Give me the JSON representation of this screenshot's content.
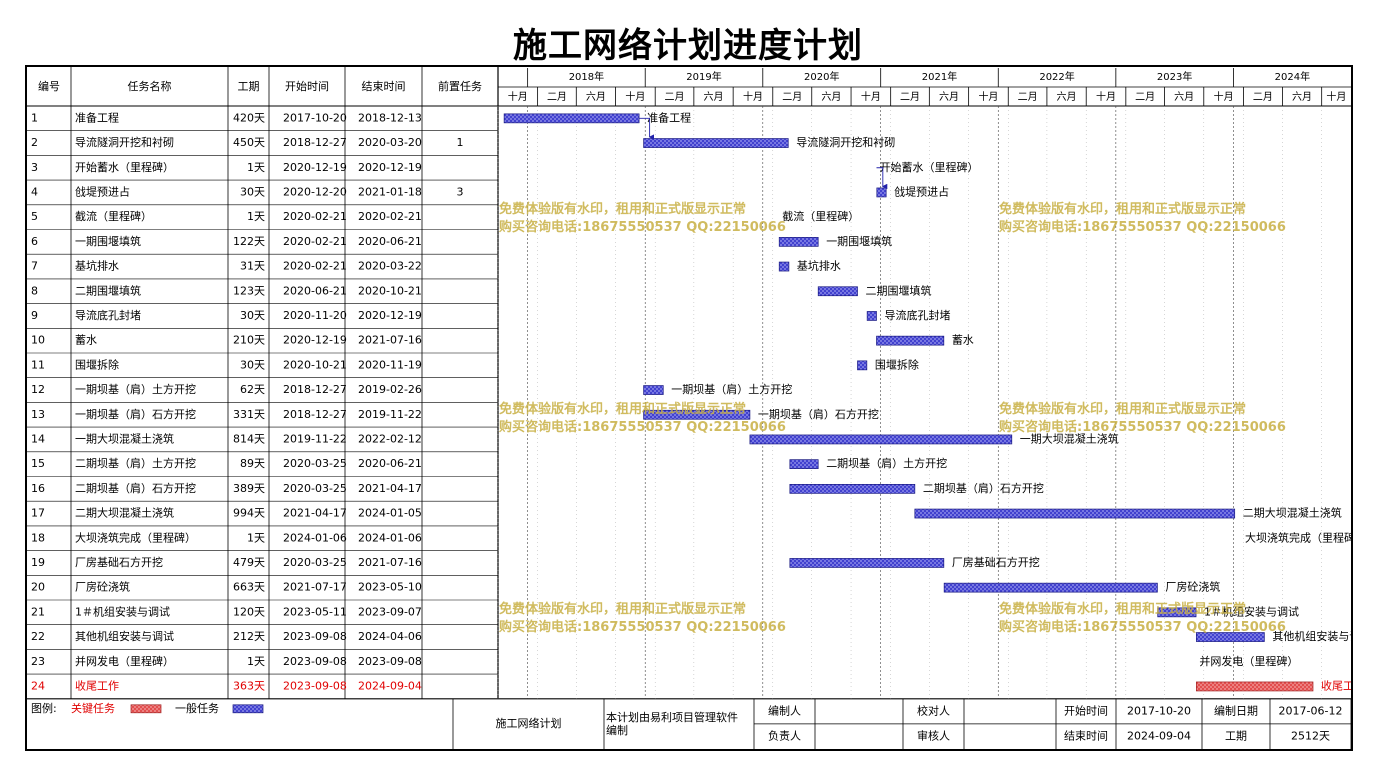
{
  "title": "施工网络计划进度计划",
  "headers": {
    "id": "编号",
    "name": "任务名称",
    "duration": "工期",
    "start": "开始时间",
    "end": "结束时间",
    "pred": "前置任务"
  },
  "timeline": {
    "years": [
      "2018年",
      "2019年",
      "2020年",
      "2021年",
      "2022年",
      "2023年",
      "2024年"
    ],
    "quarter_labels": [
      "十月",
      "二月",
      "六月",
      "十月",
      "二月",
      "六月",
      "十月",
      "二月",
      "六月",
      "十月",
      "二月",
      "六月",
      "十月",
      "二月",
      "六月",
      "十月",
      "二月",
      "六月",
      "十月",
      "二月",
      "六月",
      "十月"
    ]
  },
  "chart_data": {
    "type": "gantt",
    "title": "施工网络计划进度计划",
    "x_range": [
      "2017-10-01",
      "2024-12-31"
    ],
    "tasks": [
      {
        "id": "1",
        "name": "准备工程",
        "duration": "420天",
        "start": "2017-10-20",
        "end": "2018-12-13",
        "pred": "",
        "label": "准备工程",
        "type": "normal"
      },
      {
        "id": "2",
        "name": "导流隧洞开挖和衬砌",
        "duration": "450天",
        "start": "2018-12-27",
        "end": "2020-03-20",
        "pred": "1",
        "label": "导流隧洞开挖和衬砌",
        "type": "normal"
      },
      {
        "id": "3",
        "name": "开始蓄水（里程碑）",
        "duration": "1天",
        "start": "2020-12-19",
        "end": "2020-12-19",
        "pred": "",
        "label": "开始蓄水（里程碑）",
        "type": "milestone"
      },
      {
        "id": "4",
        "name": "戗堤预进占",
        "duration": "30天",
        "start": "2020-12-20",
        "end": "2021-01-18",
        "pred": "3",
        "label": "戗堤预进占",
        "type": "normal"
      },
      {
        "id": "5",
        "name": "截流（里程碑）",
        "duration": "1天",
        "start": "2020-02-21",
        "end": "2020-02-21",
        "pred": "",
        "label": "截流（里程碑）",
        "type": "milestone"
      },
      {
        "id": "6",
        "name": "一期围堰填筑",
        "duration": "122天",
        "start": "2020-02-21",
        "end": "2020-06-21",
        "pred": "",
        "label": "一期围堰填筑",
        "type": "normal"
      },
      {
        "id": "7",
        "name": "基坑排水",
        "duration": "31天",
        "start": "2020-02-21",
        "end": "2020-03-22",
        "pred": "",
        "label": "基坑排水",
        "type": "normal"
      },
      {
        "id": "8",
        "name": "二期围堰填筑",
        "duration": "123天",
        "start": "2020-06-21",
        "end": "2020-10-21",
        "pred": "",
        "label": "二期围堰填筑",
        "type": "normal"
      },
      {
        "id": "9",
        "name": "导流底孔封堵",
        "duration": "30天",
        "start": "2020-11-20",
        "end": "2020-12-19",
        "pred": "",
        "label": "导流底孔封堵",
        "type": "normal"
      },
      {
        "id": "10",
        "name": "蓄水",
        "duration": "210天",
        "start": "2020-12-19",
        "end": "2021-07-16",
        "pred": "",
        "label": "蓄水",
        "type": "normal"
      },
      {
        "id": "11",
        "name": "围堰拆除",
        "duration": "30天",
        "start": "2020-10-21",
        "end": "2020-11-19",
        "pred": "",
        "label": "围堰拆除",
        "type": "normal"
      },
      {
        "id": "12",
        "name": "一期坝基（肩）土方开挖",
        "duration": "62天",
        "start": "2018-12-27",
        "end": "2019-02-26",
        "pred": "",
        "label": "一期坝基（肩）土方开挖",
        "type": "normal"
      },
      {
        "id": "13",
        "name": "一期坝基（肩）石方开挖",
        "duration": "331天",
        "start": "2018-12-27",
        "end": "2019-11-22",
        "pred": "",
        "label": "一期坝基（肩）石方开挖",
        "type": "normal"
      },
      {
        "id": "14",
        "name": "一期大坝混凝土浇筑",
        "duration": "814天",
        "start": "2019-11-22",
        "end": "2022-02-12",
        "pred": "",
        "label": "一期大坝混凝土浇筑",
        "type": "normal"
      },
      {
        "id": "15",
        "name": "二期坝基（肩）土方开挖",
        "duration": "89天",
        "start": "2020-03-25",
        "end": "2020-06-21",
        "pred": "",
        "label": "二期坝基（肩）土方开挖",
        "type": "normal"
      },
      {
        "id": "16",
        "name": "二期坝基（肩）石方开挖",
        "duration": "389天",
        "start": "2020-03-25",
        "end": "2021-04-17",
        "pred": "",
        "label": "二期坝基（肩）石方开挖",
        "type": "normal"
      },
      {
        "id": "17",
        "name": "二期大坝混凝土浇筑",
        "duration": "994天",
        "start": "2021-04-17",
        "end": "2024-01-05",
        "pred": "",
        "label": "二期大坝混凝土浇筑",
        "type": "normal"
      },
      {
        "id": "18",
        "name": "大坝浇筑完成（里程碑）",
        "duration": "1天",
        "start": "2024-01-06",
        "end": "2024-01-06",
        "pred": "",
        "label": "大坝浇筑完成（里程碑）",
        "type": "milestone"
      },
      {
        "id": "19",
        "name": "厂房基础石方开挖",
        "duration": "479天",
        "start": "2020-03-25",
        "end": "2021-07-16",
        "pred": "",
        "label": "厂房基础石方开挖",
        "type": "normal"
      },
      {
        "id": "20",
        "name": "厂房砼浇筑",
        "duration": "663天",
        "start": "2021-07-17",
        "end": "2023-05-10",
        "pred": "",
        "label": "厂房砼浇筑",
        "type": "normal"
      },
      {
        "id": "21",
        "name": "1＃机组安装与调试",
        "duration": "120天",
        "start": "2023-05-11",
        "end": "2023-09-07",
        "pred": "",
        "label": "1＃机组安装与调试",
        "type": "normal"
      },
      {
        "id": "22",
        "name": "其他机组安装与调试",
        "duration": "212天",
        "start": "2023-09-08",
        "end": "2024-04-06",
        "pred": "",
        "label": "其他机组安装与调试",
        "type": "normal"
      },
      {
        "id": "23",
        "name": "并网发电（里程碑）",
        "duration": "1天",
        "start": "2023-09-08",
        "end": "2023-09-08",
        "pred": "",
        "label": "并网发电（里程碑）",
        "type": "milestone"
      },
      {
        "id": "24",
        "name": "收尾工作",
        "duration": "363天",
        "start": "2023-09-08",
        "end": "2024-09-04",
        "pred": "",
        "label": "收尾工作",
        "type": "critical"
      }
    ],
    "links": [
      {
        "from": "1",
        "to": "2"
      },
      {
        "from": "3",
        "to": "4"
      }
    ]
  },
  "legend": {
    "prefix": "图例:",
    "critical": "关键任务",
    "normal": "一般任务"
  },
  "footer": {
    "plan_name": "施工网络计划",
    "note": "本计划由易利项目管理软件编制",
    "compiler_label": "编制人",
    "compiler": "",
    "checker_label": "校对人",
    "checker": "",
    "responsible_label": "负责人",
    "responsible": "",
    "reviewer_label": "审核人",
    "reviewer": "",
    "start_label": "开始时间",
    "start": "2017-10-20",
    "end_label": "结束时间",
    "end": "2024-09-04",
    "date_label": "编制日期",
    "date": "2017-06-12",
    "duration_label": "工期",
    "duration": "2512天"
  },
  "watermark": {
    "line1": "免费体验版有水印，租用和正式版显示正常",
    "line2": "购买咨询电话:18675550537 QQ:22150066"
  },
  "colors": {
    "normal_fill": "#3a3acc",
    "normal_stroke": "#1a1a80",
    "critical_fill": "#e04848",
    "critical_stroke": "#a02020",
    "critical_text": "#e00000",
    "watermark": "#c8b044"
  }
}
